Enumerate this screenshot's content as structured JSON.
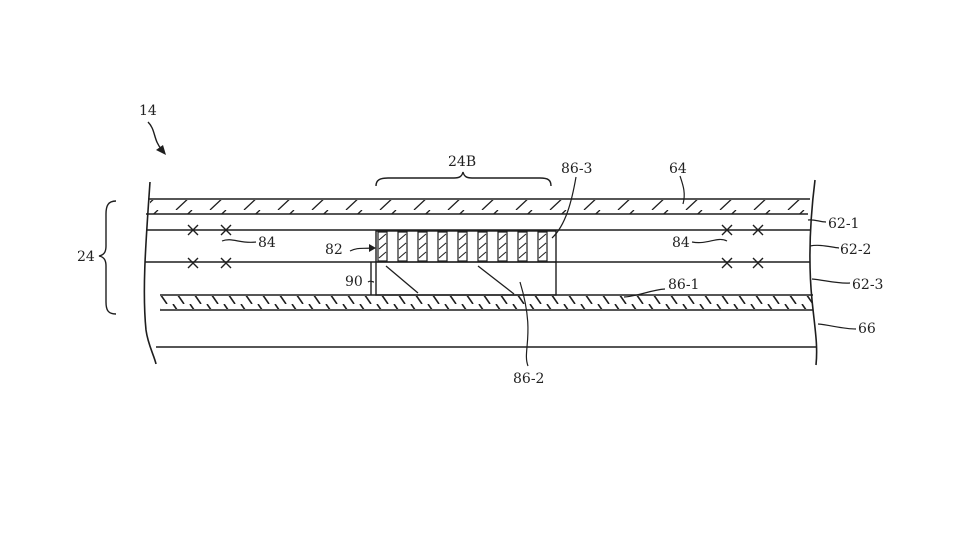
{
  "figure": {
    "colors": {
      "ink": "#1e1e1e",
      "background": "#ffffff"
    },
    "labels": {
      "device": "14",
      "stack": "24",
      "region": "24B",
      "top_layer": "64",
      "layer_1": "62-1",
      "layer_2": "62-2",
      "layer_3": "62-3",
      "substrate": "66",
      "component_82": "82",
      "component_90": "90",
      "marks_left": "84",
      "marks_right": "84",
      "part_86_1": "86-1",
      "part_86_2": "86-2",
      "part_86_3": "86-3"
    }
  }
}
